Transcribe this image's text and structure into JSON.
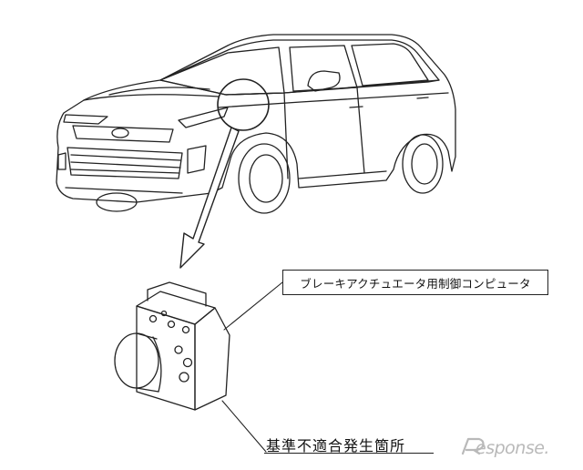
{
  "callout": {
    "component_label": "ブレーキアクチュエータ用制御コンピュータ"
  },
  "location_label": "基準不適合発生箇所",
  "watermark": {
    "text": "esponse."
  },
  "colors": {
    "line": "#222222",
    "background": "#ffffff",
    "watermark": "#b9b9b9"
  }
}
